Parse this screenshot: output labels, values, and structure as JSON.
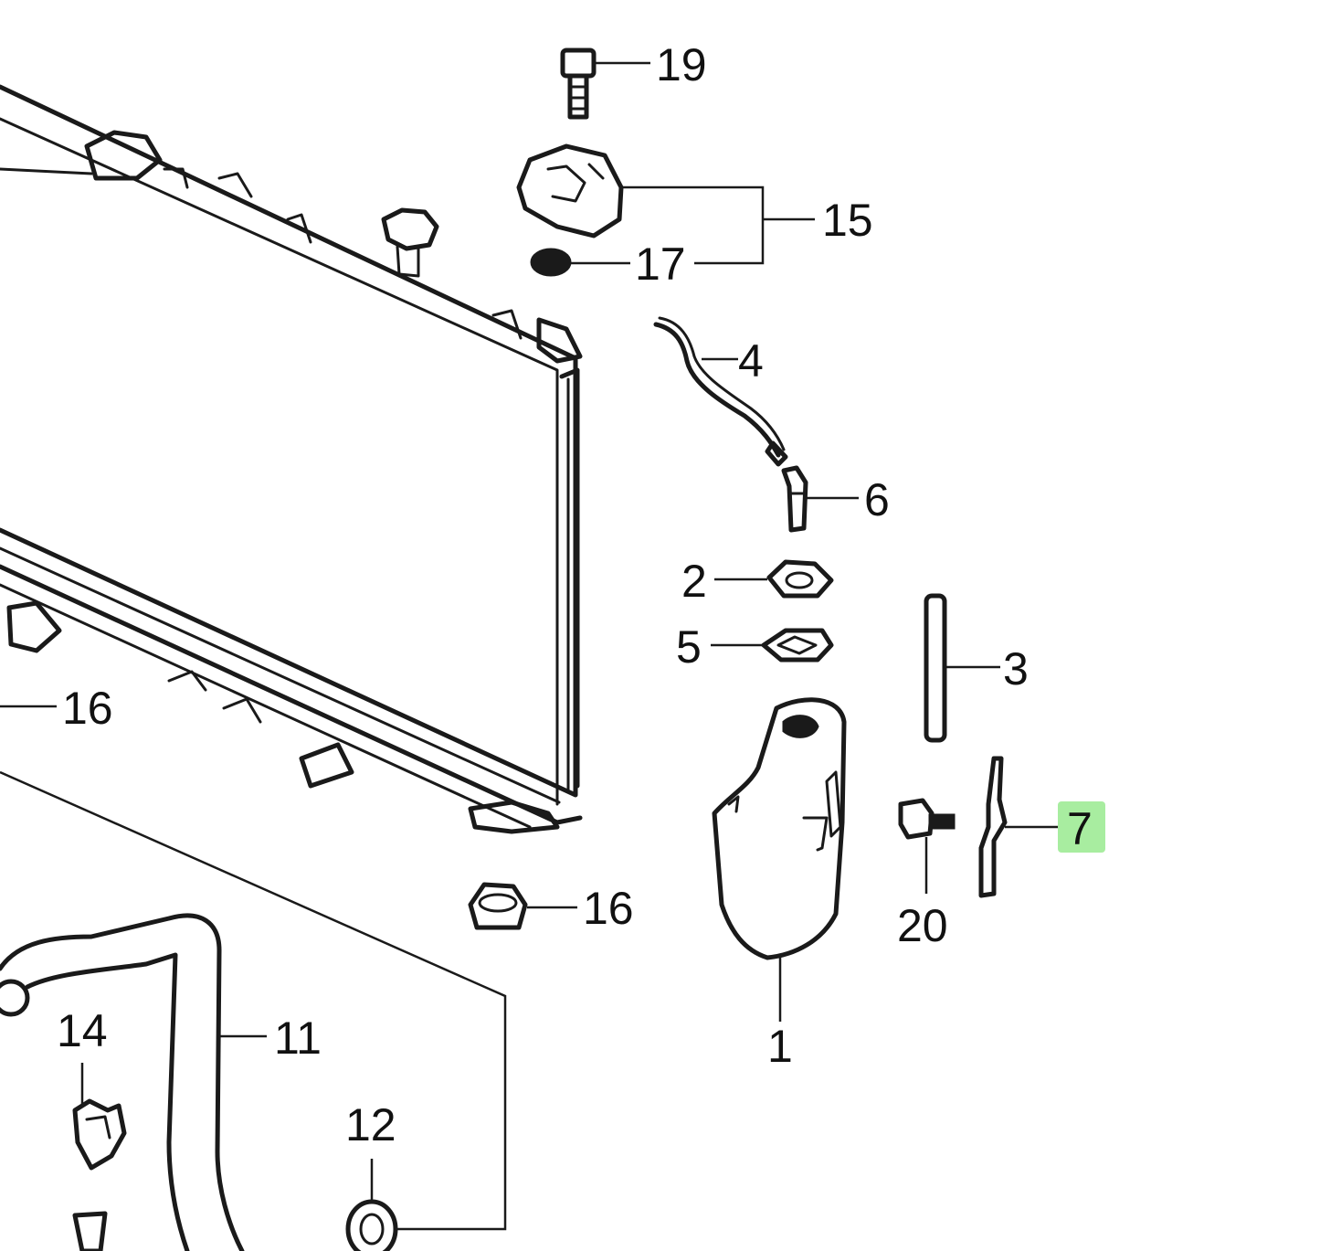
{
  "callouts": {
    "c19": "19",
    "c15": "15",
    "c17": "17",
    "c4": "4",
    "c6": "6",
    "c2": "2",
    "c5": "5",
    "c3": "3",
    "c16a": "16",
    "c16b": "16",
    "c7": "7",
    "c20": "20",
    "c1": "1",
    "c11": "11",
    "c14": "14",
    "c12": "12"
  },
  "highlight": {
    "callout": "7",
    "color": "#a8eda0"
  },
  "parts": [
    "radiator",
    "radiator-cap-bolt",
    "reservoir-cap",
    "cap-seal",
    "overflow-hose",
    "hose-clip",
    "grommet",
    "washer",
    "drain-pipe",
    "reservoir-tank",
    "bolt",
    "bracket",
    "rubber-mount",
    "lower-hose",
    "hose-clamp",
    "clamp-ring"
  ]
}
